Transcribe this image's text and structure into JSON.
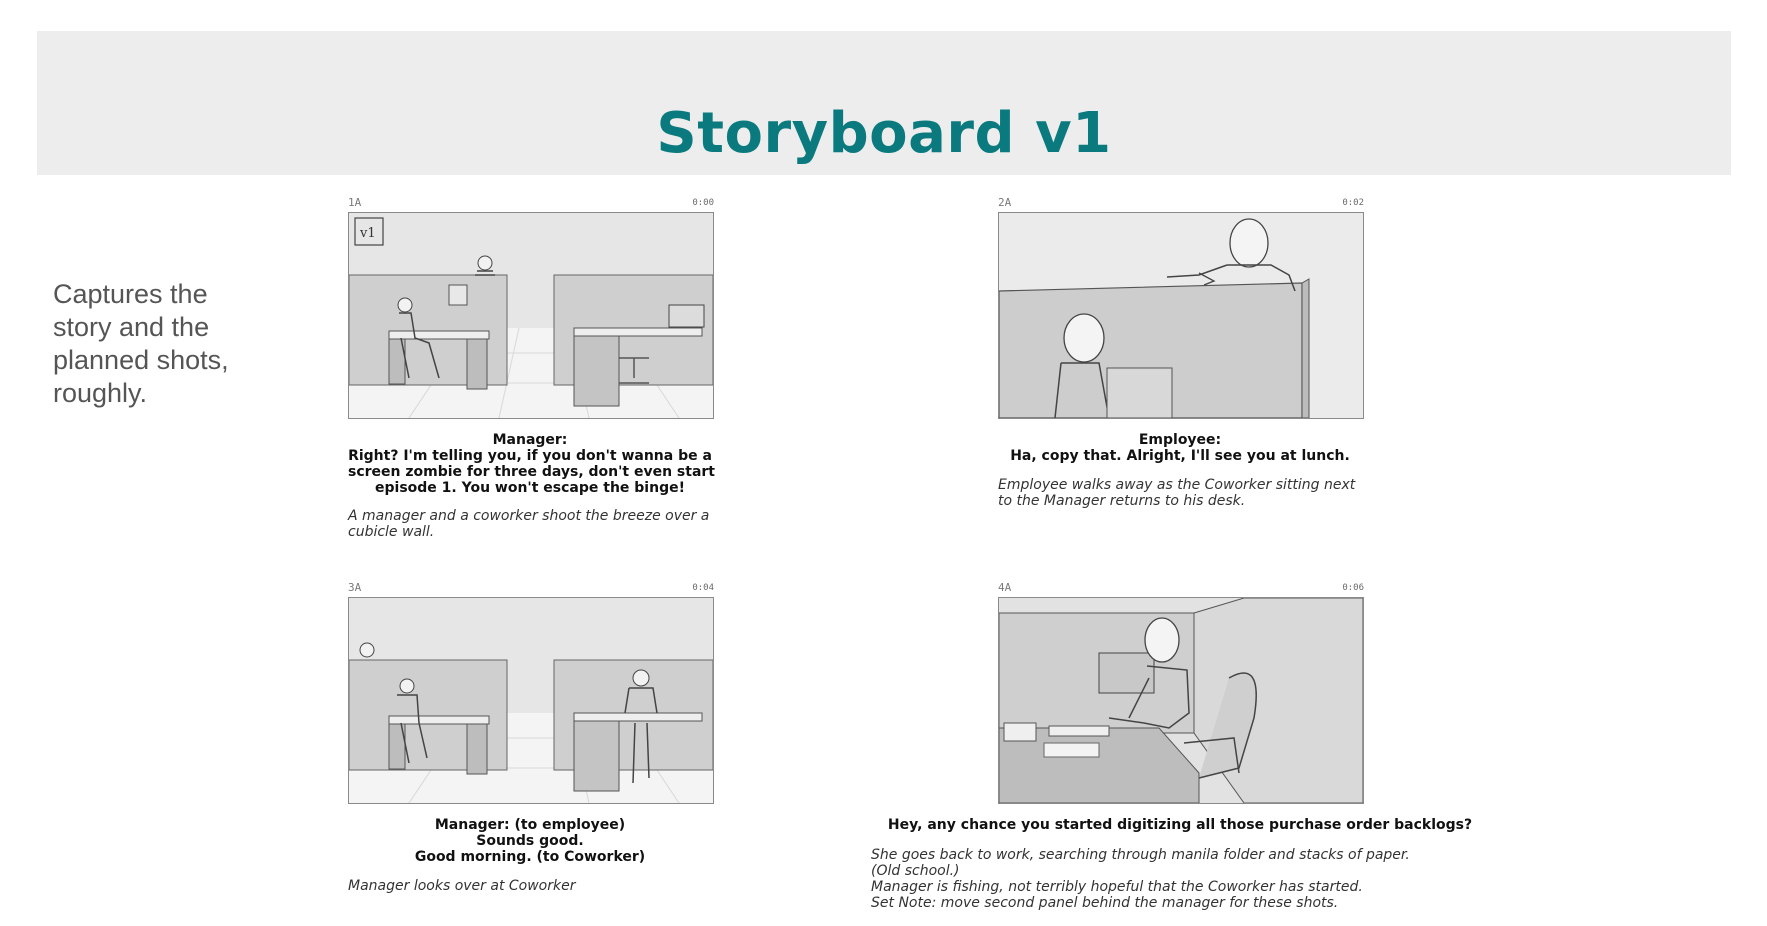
{
  "header": {
    "title": "Storyboard v1"
  },
  "side_note": {
    "lines": [
      "Captures the",
      "story and the",
      "planned shots,",
      "roughly."
    ]
  },
  "panels": [
    {
      "id": "1A",
      "time": "0:00",
      "dialogue": [
        "Manager:",
        "Right? I'm telling you, if you don't wanna be a",
        "screen zombie for three days, don't even start",
        "episode 1. You won't escape the binge!"
      ],
      "description": [
        "A manager and a coworker shoot the breeze over a",
        "cubicle wall."
      ],
      "sketch_note": "v1"
    },
    {
      "id": "2A",
      "time": "0:02",
      "dialogue": [
        "Employee:",
        "Ha, copy that. Alright, I'll see you at lunch."
      ],
      "description": [
        "Employee walks away as the Coworker sitting next",
        "to the Manager returns to his desk."
      ]
    },
    {
      "id": "3A",
      "time": "0:04",
      "dialogue": [
        "Manager: (to employee)",
        "Sounds good.",
        "Good morning. (to Coworker)"
      ],
      "description": [
        "Manager looks over at Coworker"
      ]
    },
    {
      "id": "4A",
      "time": "0:06",
      "dialogue": [
        "Hey, any chance you started digitizing all those purchase order backlogs?"
      ],
      "description": [
        "She goes back to work, searching through manila folder and stacks of paper.",
        "(Old school.)",
        "Manager is fishing, not terribly hopeful that the Coworker has started.",
        "Set Note: move second panel behind the manager for these shots."
      ]
    }
  ]
}
